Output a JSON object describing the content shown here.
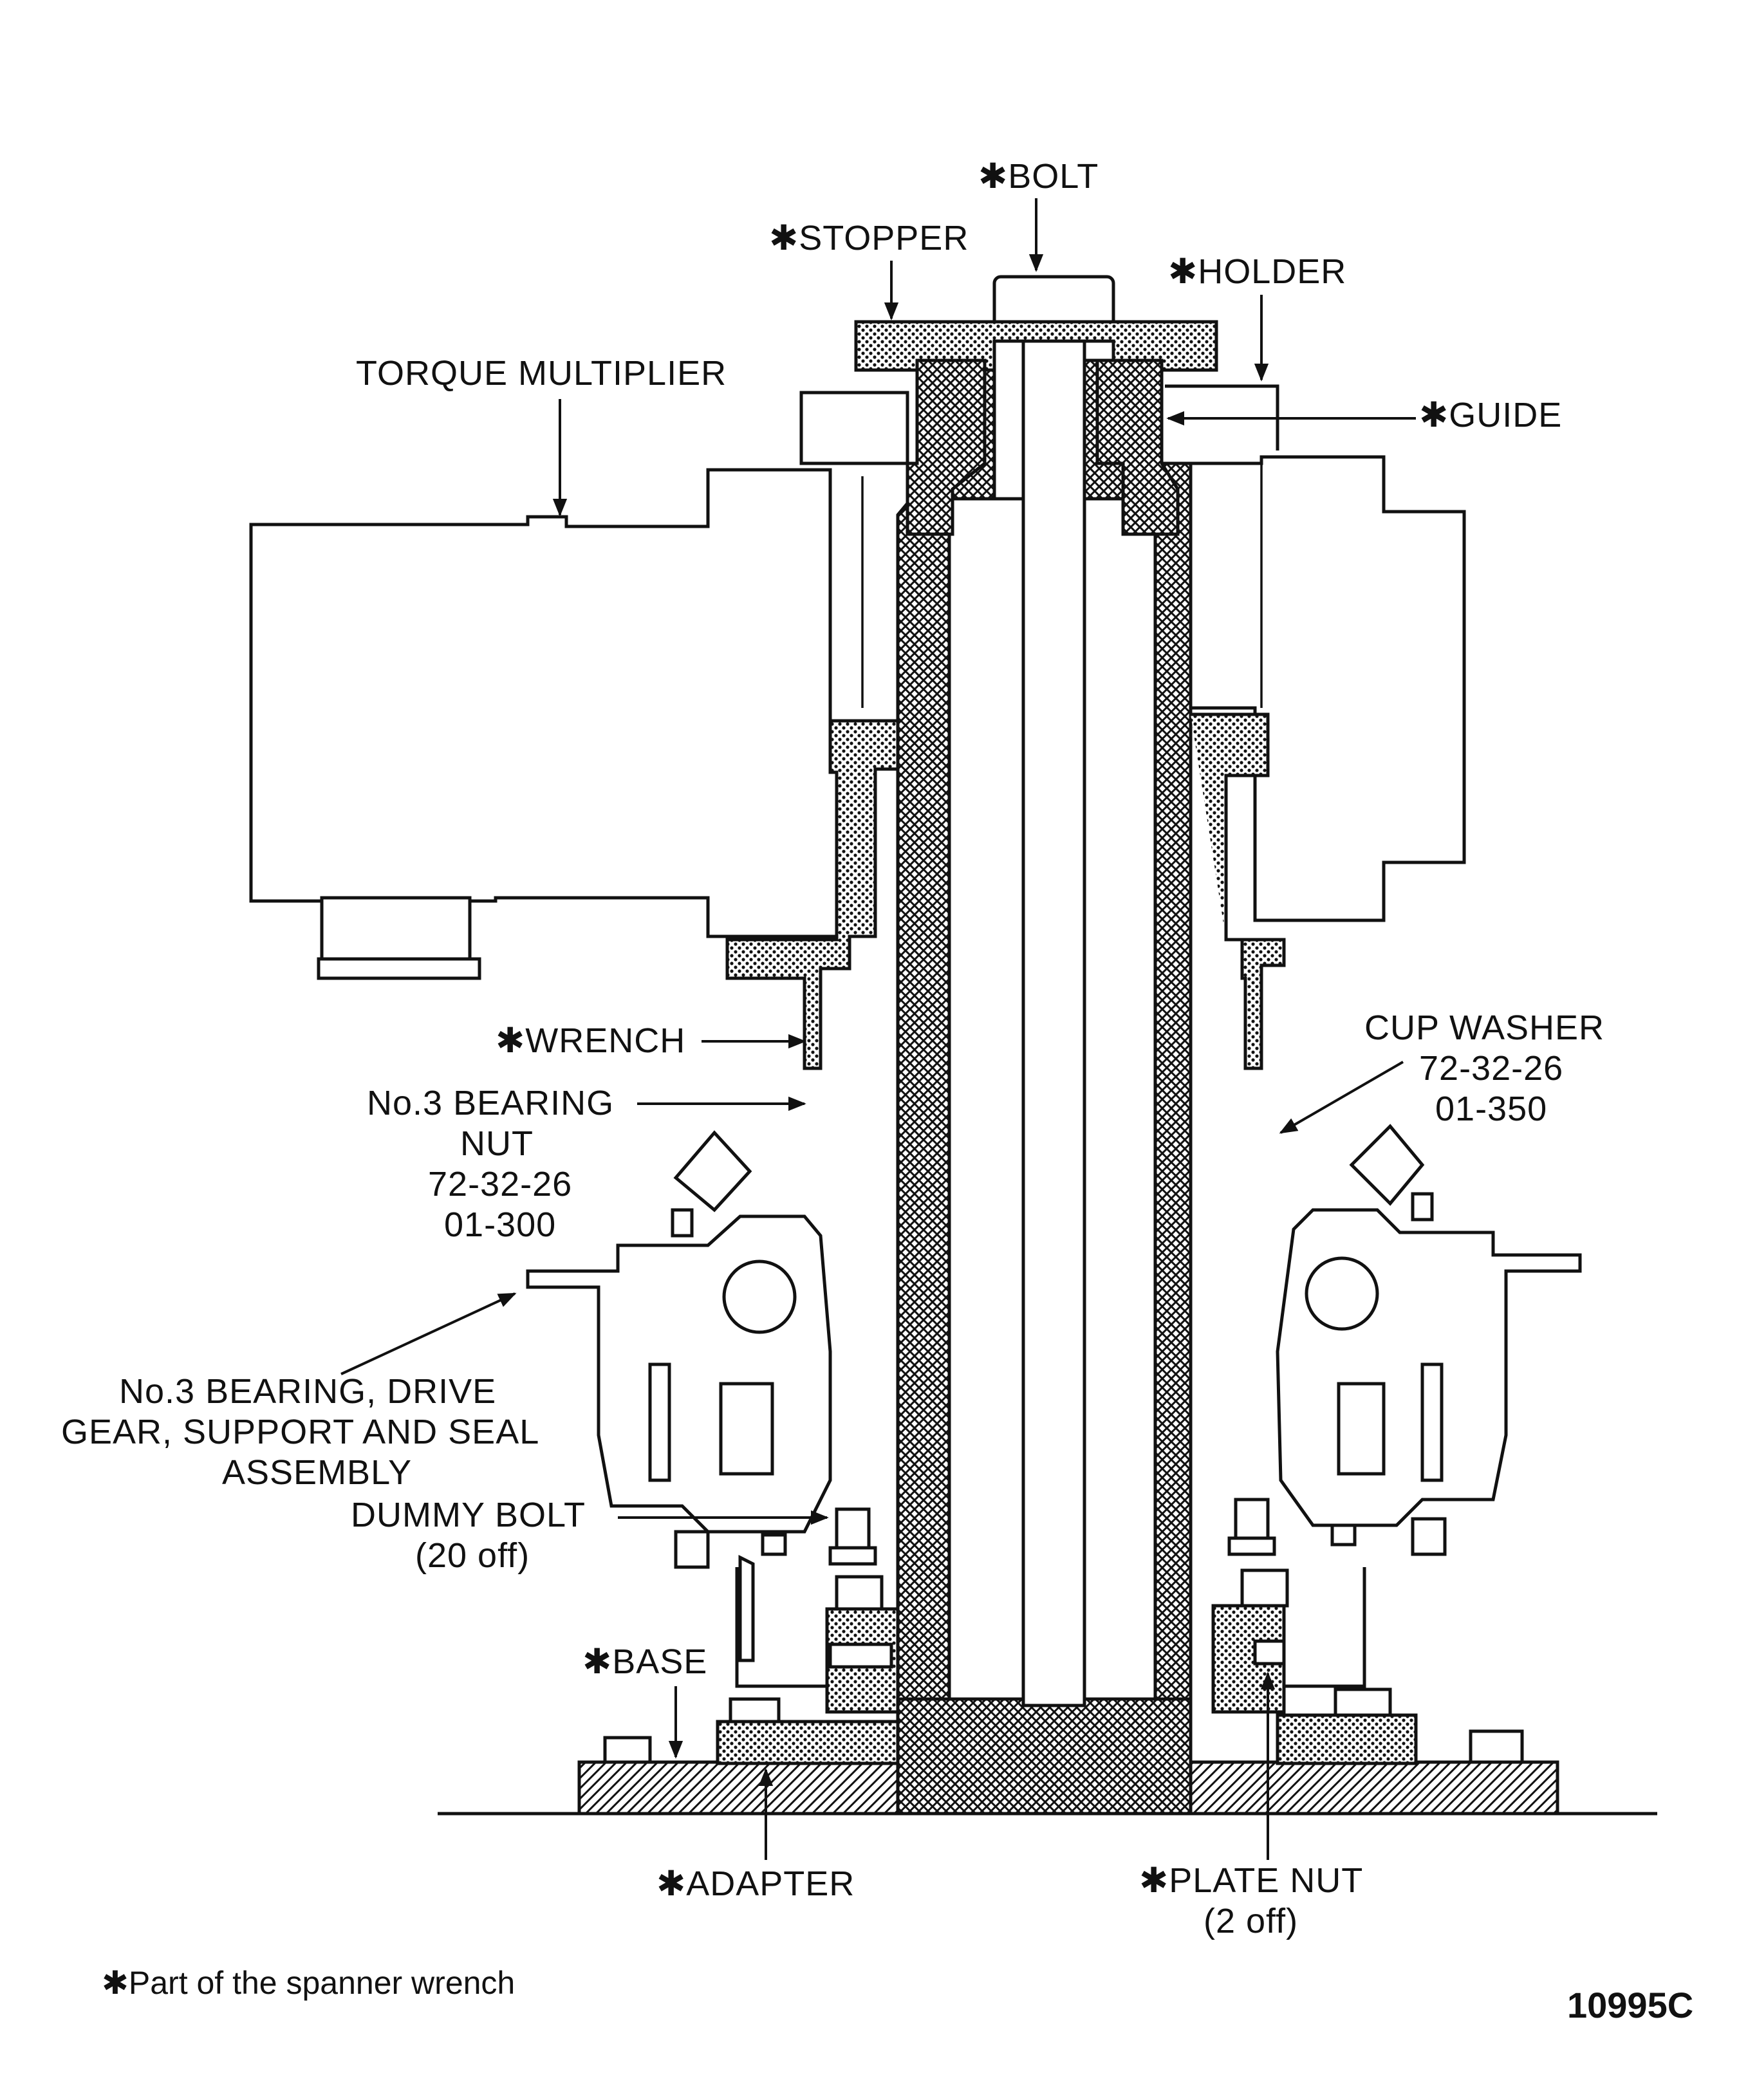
{
  "labels": {
    "bolt": "✱BOLT",
    "stopper": "✱STOPPER",
    "holder": "✱HOLDER",
    "torque_multiplier": "TORQUE MULTIPLIER",
    "guide": "✱GUIDE",
    "wrench": "✱WRENCH",
    "no3_bearing_nut": [
      "No.3 BEARING",
      "NUT",
      "72-32-26",
      "01-300"
    ],
    "cup_washer": [
      "CUP WASHER",
      "72-32-26",
      "01-350"
    ],
    "no3_bearing_assembly": [
      "No.3 BEARING, DRIVE",
      "GEAR, SUPPORT AND SEAL",
      "ASSEMBLY"
    ],
    "dummy_bolt": [
      "DUMMY BOLT",
      "(20 off)"
    ],
    "base": "✱BASE",
    "adapter": "✱ADAPTER",
    "plate_nut": [
      "✱PLATE NUT",
      "(2 off)"
    ]
  },
  "footnote": "✱Part of the spanner wrench",
  "figure_number": "10995C"
}
